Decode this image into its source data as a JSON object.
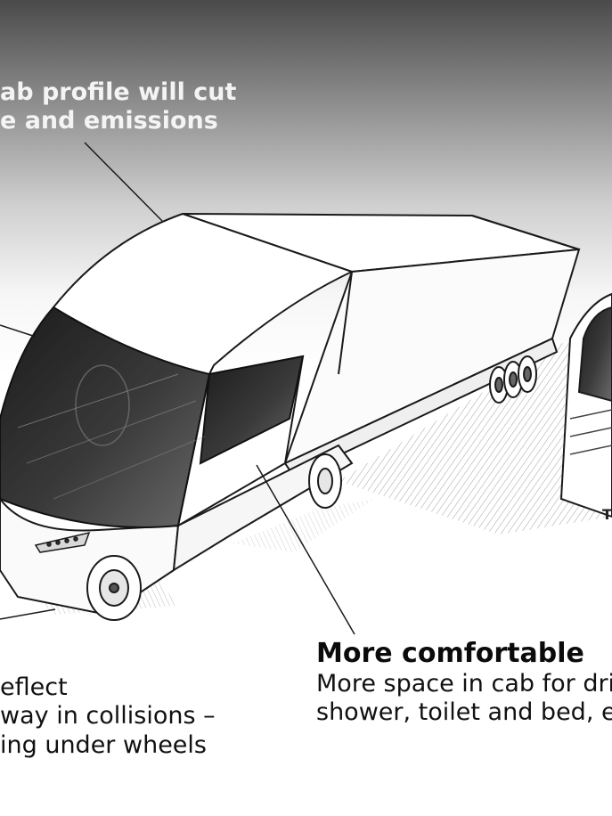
{
  "callouts": {
    "aerodynamics": {
      "line1": "ab profile will cut",
      "line2": "e and emissions"
    },
    "safety": {
      "line1": "eflect",
      "line2": "way in collisions –",
      "line3": "ing under wheels"
    },
    "comfort": {
      "heading": "More comfortable",
      "line1": "More space in cab for dri",
      "line2": "shower, toilet and bed, e"
    }
  },
  "second_truck": {
    "badge": "T"
  },
  "colors": {
    "sky_top": "#4a4a4a",
    "sky_bottom": "#ffffff",
    "ink": "#1a1a1a",
    "windshield": "#2b2b2b"
  }
}
